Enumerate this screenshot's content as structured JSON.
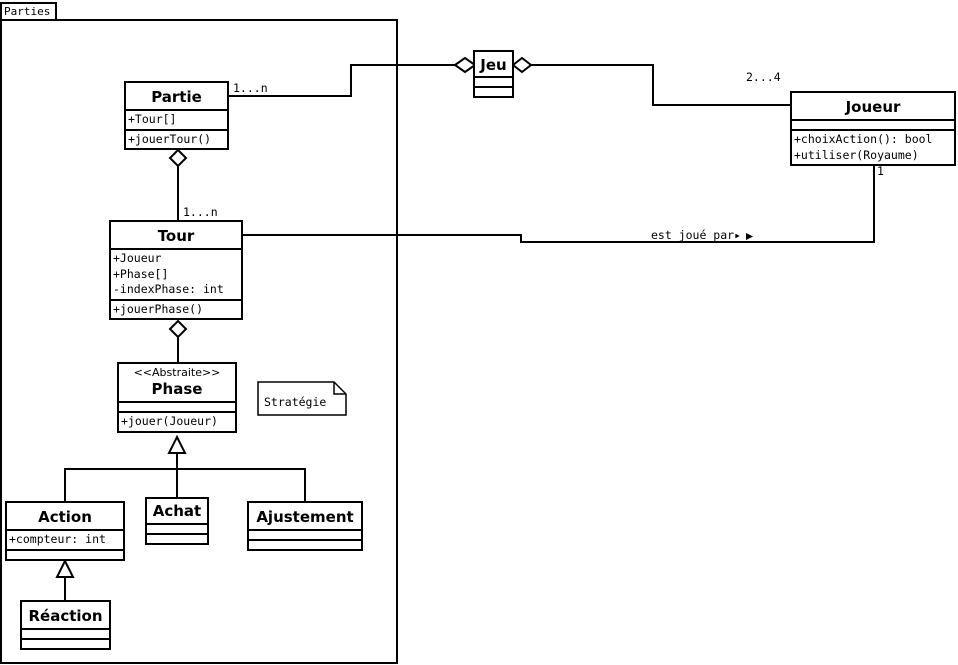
{
  "package": {
    "name": "Parties"
  },
  "classes": {
    "partie": {
      "name": "Partie",
      "attributes": [
        "+Tour[]"
      ],
      "methods": [
        "+jouerTour()"
      ]
    },
    "tour": {
      "name": "Tour",
      "attributes": [
        "+Joueur",
        "+Phase[]",
        "-indexPhase: int"
      ],
      "methods": [
        "+jouerPhase()"
      ]
    },
    "phase": {
      "stereotype": "<<Abstraite>>",
      "name": "Phase",
      "attributes": [],
      "methods": [
        "+jouer(Joueur)"
      ]
    },
    "action": {
      "name": "Action",
      "attributes": [
        "+compteur: int"
      ],
      "methods": []
    },
    "achat": {
      "name": "Achat",
      "attributes": [],
      "methods": []
    },
    "ajustement": {
      "name": "Ajustement",
      "attributes": [],
      "methods": []
    },
    "reaction": {
      "name": "Réaction",
      "attributes": [],
      "methods": []
    },
    "jeu": {
      "name": "Jeu",
      "attributes": [],
      "methods": []
    },
    "joueur": {
      "name": "Joueur",
      "attributes": [],
      "methods": [
        "+choixAction(): bool",
        "+utiliser(Royaume)"
      ]
    }
  },
  "note": {
    "text": "Stratégie"
  },
  "associations": {
    "partie_jeu_multiplicity": "1...n",
    "tour_partie_multiplicity": "1...n",
    "joueur_jeu_multiplicity": "2...4",
    "tour_joueur_multiplicity": "1",
    "tour_joueur_label": "est joué par▸"
  }
}
